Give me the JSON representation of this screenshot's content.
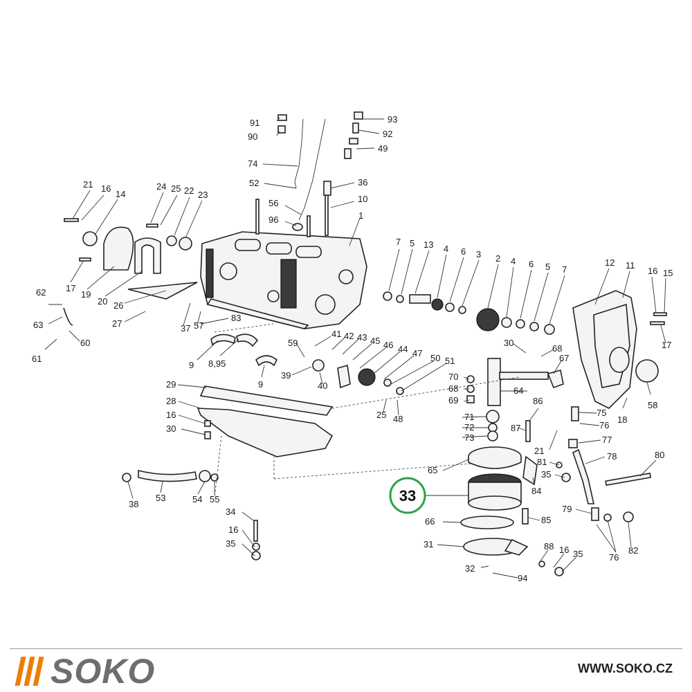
{
  "diagram": {
    "labels": [
      "91",
      "90",
      "93",
      "92",
      "49",
      "74",
      "52",
      "36",
      "56",
      "10",
      "96",
      "1",
      "21",
      "16",
      "14",
      "24",
      "25",
      "22",
      "23",
      "17",
      "19",
      "20",
      "26",
      "62",
      "63",
      "61",
      "60",
      "27",
      "37",
      "57",
      "83",
      "9",
      "8,95",
      "9",
      "41",
      "42",
      "43",
      "45",
      "46",
      "44",
      "47",
      "50",
      "51",
      "59",
      "39",
      "40",
      "25",
      "48",
      "7",
      "5",
      "13",
      "4",
      "6",
      "3",
      "2",
      "4",
      "6",
      "5",
      "7",
      "12",
      "11",
      "16",
      "15",
      "17",
      "30",
      "68",
      "67",
      "70",
      "68",
      "69",
      "64",
      "86",
      "71",
      "72",
      "73",
      "87",
      "75",
      "76",
      "18",
      "58",
      "29",
      "28",
      "16",
      "30",
      "65",
      "21",
      "77",
      "78",
      "81",
      "35",
      "84",
      "80",
      "38",
      "53",
      "54",
      "55",
      "34",
      "16",
      "35",
      "66",
      "85",
      "79",
      "31",
      "88",
      "16",
      "35",
      "76",
      "82",
      "32",
      "94"
    ],
    "highlight_label": "33"
  },
  "footer": {
    "brand": "SOKO",
    "url": "WWW.SOKO.CZ"
  },
  "colors": {
    "highlight_ring": "#2e9e4a",
    "brand_orange": "#f07d00",
    "brand_gray": "#6e6e6e"
  }
}
